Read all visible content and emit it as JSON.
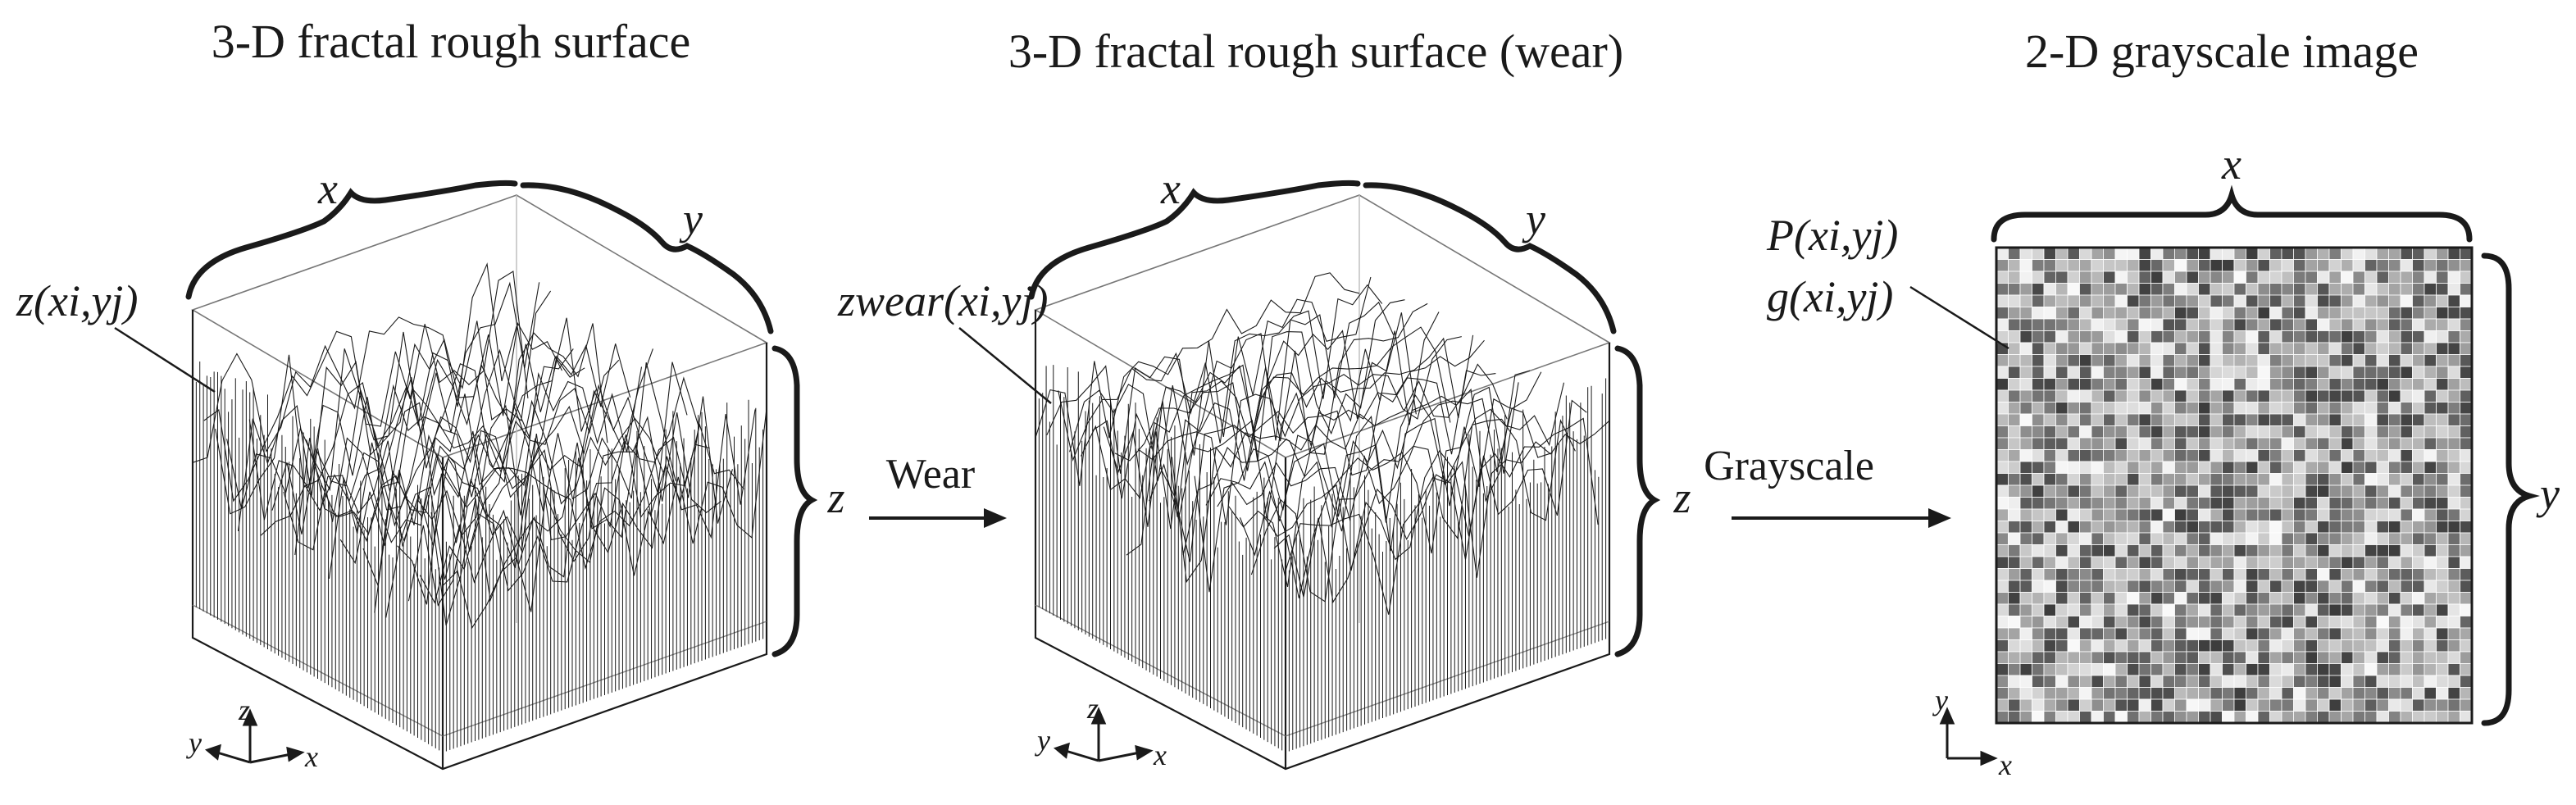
{
  "panels": [
    {
      "title": "3-D fractal rough surface",
      "x_label": "x",
      "y_label": "y",
      "z_label": "z",
      "point_label": "z(xi,yj)",
      "axis_x": "x",
      "axis_y": "y",
      "axis_z": "z"
    },
    {
      "title": "3-D fractal rough surface (wear)",
      "x_label": "x",
      "y_label": "y",
      "z_label": "z",
      "point_label": "zwear(xi,yj)",
      "axis_x": "x",
      "axis_y": "y",
      "axis_z": "z"
    },
    {
      "title": "2-D grayscale image",
      "x_label": "x",
      "y_label": "y",
      "point_label_1": "P(xi,yj)",
      "point_label_2": "g(xi,yj)",
      "axis_x": "x",
      "axis_y": "y"
    }
  ],
  "transitions": [
    {
      "label": "Wear"
    },
    {
      "label": "Grayscale"
    }
  ],
  "colors": {
    "ink": "#1a1a1a",
    "grid_line": "#d0d0d0",
    "fill_white": "#ffffff"
  }
}
